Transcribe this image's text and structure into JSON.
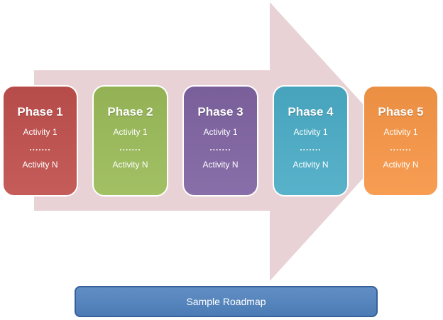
{
  "diagram": {
    "title": "Sample Roadmap",
    "arrow_color": "#E8D2D5",
    "title_bar": {
      "label": "Sample Roadmap",
      "fill": "#4F81BD",
      "border": "#36609B"
    },
    "phases": [
      {
        "name": "Phase 1",
        "color": "#C0504D",
        "activities": [
          "Activity 1",
          ".......",
          "Activity N"
        ]
      },
      {
        "name": "Phase 2",
        "color": "#9BBB59",
        "activities": [
          "Activity 1",
          ".......",
          "Activity N"
        ]
      },
      {
        "name": "Phase 3",
        "color": "#8064A2",
        "activities": [
          "Activity 1",
          ".......",
          "Activity N"
        ]
      },
      {
        "name": "Phase 4",
        "color": "#4BACC6",
        "activities": [
          "Activity 1",
          ".......",
          "Activity N"
        ]
      },
      {
        "name": "Phase 5",
        "color": "#F79646",
        "activities": [
          "Activity 1",
          ".......",
          "Activity N"
        ]
      }
    ]
  }
}
